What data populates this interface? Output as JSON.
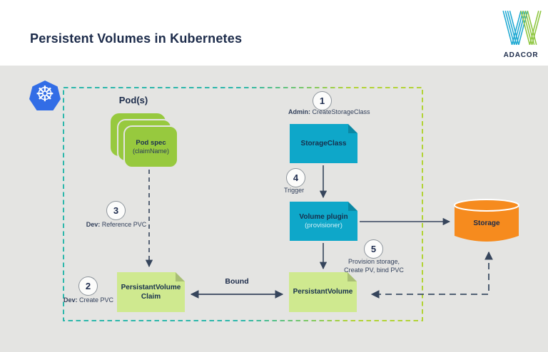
{
  "header": {
    "title": "Persistent Volumes in Kubernetes",
    "brand": "ADACOR"
  },
  "diagram": {
    "k8s_glyph": "☸",
    "k8s_icon_color": "#326de6",
    "pods_label": "Pod(s)",
    "pod_card": {
      "title": "Pod spec",
      "subtitle": "(claimName)"
    },
    "storage_class": {
      "title": "StorageClass"
    },
    "volume_plugin": {
      "title": "Volume plugin",
      "subtitle": "(provisioner)"
    },
    "pvc": {
      "line1": "PersistantVolume",
      "line2": "Claim"
    },
    "pv": {
      "title": "PersistantVolume"
    },
    "storage": {
      "title": "Storage"
    },
    "bound_label": "Bound",
    "steps": {
      "s1": {
        "n": "1",
        "bold": "Admin:",
        "rest": " CreateStorageClass"
      },
      "s2": {
        "n": "2",
        "bold": "Dev:",
        "rest": " Create PVC"
      },
      "s3": {
        "n": "3",
        "bold": "Dev:",
        "rest": " Reference PVC"
      },
      "s4": {
        "n": "4",
        "rest": "Trigger"
      },
      "s5": {
        "n": "5",
        "line1": "Provision storage,",
        "line2": "Create PV, bind PVC"
      }
    },
    "colors": {
      "teal_box": "#0ea7c9",
      "light_green_box": "#cfe98f",
      "pod_green": "#97c93e",
      "storage_orange": "#f68b1e",
      "navy_text": "#1c2b4a",
      "dashed_border_teal": "#2cb7ab",
      "dashed_border_green": "#b2d335",
      "arrow_slate": "#36455c",
      "canvas_gray": "#e4e4e2"
    }
  }
}
